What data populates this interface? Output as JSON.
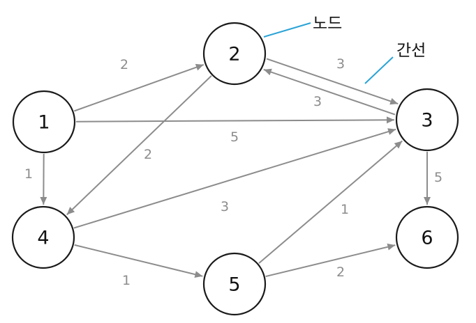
{
  "nodes": [
    {
      "id": "1",
      "label": "1"
    },
    {
      "id": "2",
      "label": "2"
    },
    {
      "id": "3",
      "label": "3"
    },
    {
      "id": "4",
      "label": "4"
    },
    {
      "id": "5",
      "label": "5"
    },
    {
      "id": "6",
      "label": "6"
    }
  ],
  "edges": [
    {
      "from": "1",
      "to": "2",
      "weight": "2"
    },
    {
      "from": "1",
      "to": "3",
      "weight": "5"
    },
    {
      "from": "1",
      "to": "4",
      "weight": "1"
    },
    {
      "from": "2",
      "to": "3",
      "weight": "3"
    },
    {
      "from": "2",
      "to": "4",
      "weight": "2"
    },
    {
      "from": "3",
      "to": "2",
      "weight": "3"
    },
    {
      "from": "3",
      "to": "6",
      "weight": "5"
    },
    {
      "from": "4",
      "to": "3",
      "weight": "3"
    },
    {
      "from": "4",
      "to": "5",
      "weight": "1"
    },
    {
      "from": "5",
      "to": "3",
      "weight": "1"
    },
    {
      "from": "5",
      "to": "6",
      "weight": "2"
    }
  ],
  "annotations": {
    "node_callout": "노드",
    "edge_callout": "간선"
  },
  "colors": {
    "edge": "#8c8c8c",
    "node_stroke": "#1a1a1a",
    "callout_line": "#2aa3d6"
  }
}
